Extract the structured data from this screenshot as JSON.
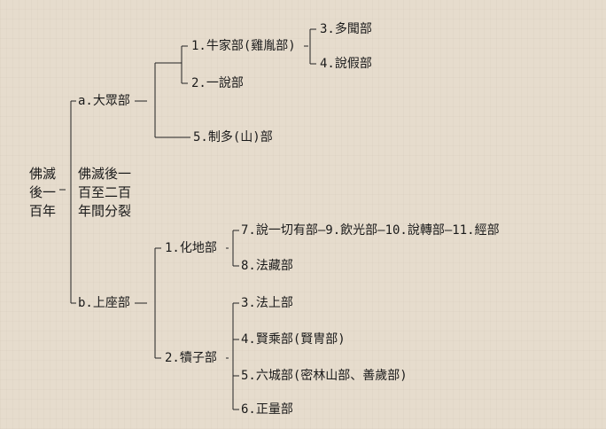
{
  "root": {
    "line1": "佛滅",
    "line2": "後一",
    "line3": "百年"
  },
  "period": {
    "line1": "佛滅後一",
    "line2": "百至二百",
    "line3": "年間分裂"
  },
  "branch_a": {
    "label": "a.大眾部",
    "children": {
      "n1": "1.牛家部(雞胤部)",
      "n3": "3.多聞部",
      "n4": "4.說假部",
      "n2": "2.一說部",
      "n5": "5.制多(山)部"
    }
  },
  "branch_b": {
    "label": "b.上座部",
    "huadi": {
      "label": "1.化地部",
      "chain": "7.說一切有部—9.飲光部—10.說轉部—11.經部",
      "n8": "8.法藏部"
    },
    "duzi": {
      "label": "2.犢子部",
      "n3": "3.法上部",
      "n4": "4.賢乘部(賢冑部)",
      "n5": "5.六城部(密林山部、善歲部)",
      "n6": "6.正量部"
    }
  }
}
